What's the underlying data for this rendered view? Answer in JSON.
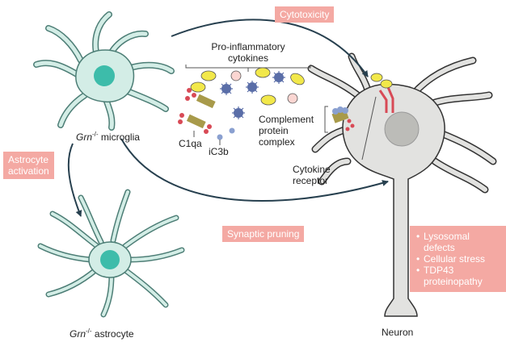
{
  "labels": {
    "cytotoxicity": "Cytotoxicity",
    "astrocyte_activation": "Astrocyte\nactivation",
    "synaptic_pruning": "Synaptic pruning",
    "pro_inflammatory": "Pro-inflammatory\ncytokines",
    "c1qa": "C1qa",
    "ic3b": "iC3b",
    "complement": "Complement\nprotein\ncomplex",
    "cytokine_receptor": "Cytokine\nreceptor",
    "microglia_gene": "Grn",
    "microglia_sup": "-/-",
    "microglia_suffix": " microglia",
    "astrocyte_gene": "Grn",
    "astrocyte_sup": "-/-",
    "astrocyte_suffix": " astrocyte",
    "neuron": "Neuron"
  },
  "neuron_effects": [
    "Lysosomal defects",
    "Cellular stress",
    "TDP43 proteinopathy"
  ],
  "colors": {
    "cell_fill": "#d3ede6",
    "cell_stroke": "#4d7e76",
    "nucleus": "#3dbcaa",
    "neuron_fill": "#e2e2e0",
    "neuron_stroke": "#333333",
    "neuron_nucleus": "#bcbcb8",
    "arrow": "#27404f",
    "tag_bg": "#f4a9a3",
    "cytokine_yellow": "#f2e84a",
    "cytokine_pink": "#fbd6d2",
    "cytokine_blue": "#5a6ea8",
    "receptor": "#d84a56"
  }
}
